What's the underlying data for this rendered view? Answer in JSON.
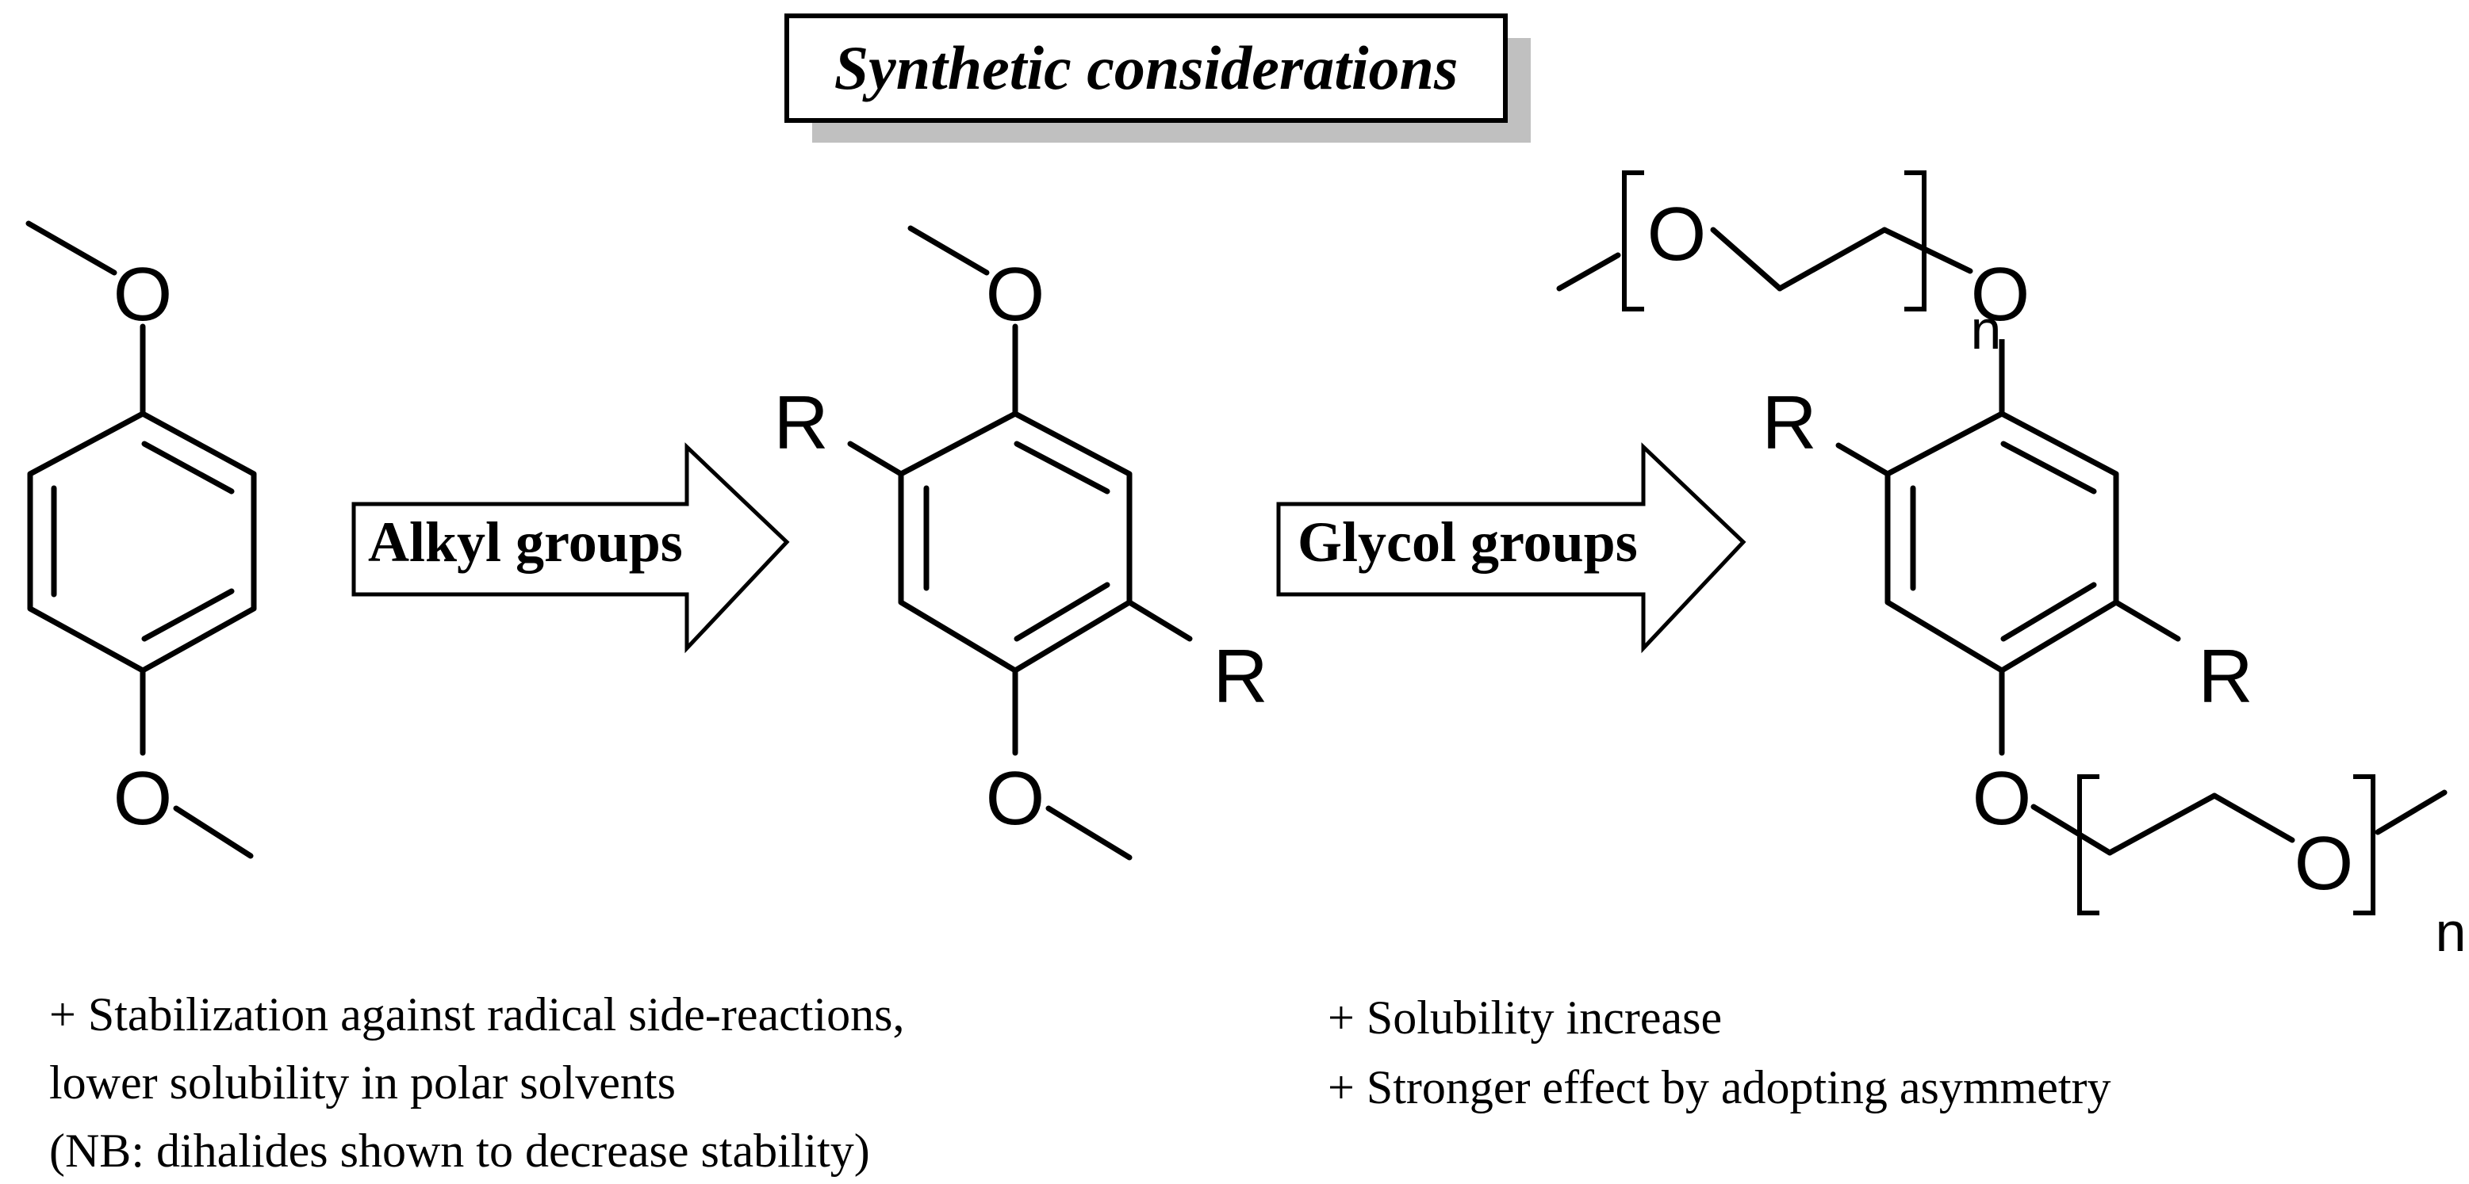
{
  "title": "Synthetic considerations",
  "arrows": {
    "alkyl": "Alkyl groups",
    "glycol": "Glycol groups"
  },
  "atoms": {
    "oxygen": "O",
    "r_group": "R",
    "repeat_n": "n"
  },
  "notes": {
    "left": [
      "+ Stabilization against radical side-reactions,",
      "lower solubility in polar solvents",
      "(NB: dihalides shown to decrease stability)"
    ],
    "right": [
      "+ Solubility increase",
      "+ Stronger effect by adopting asymmetry"
    ]
  },
  "colors": {
    "ink": "#000000",
    "shadow": "#c0c0c0",
    "background": "#ffffff"
  }
}
